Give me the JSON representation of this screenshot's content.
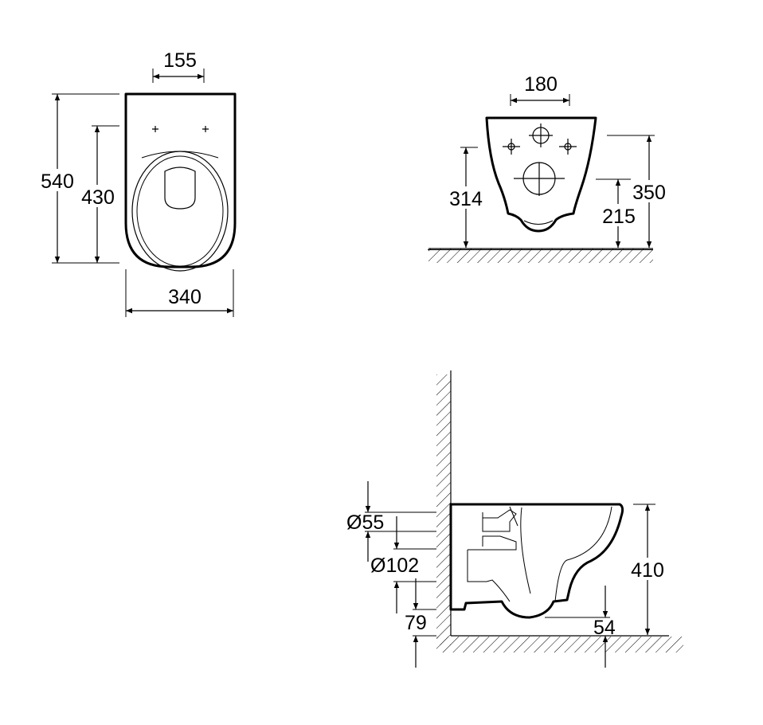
{
  "drawing": {
    "top_view": {
      "dim_mounting_holes": "155",
      "dim_total_length": "540",
      "dim_seat_length": "430",
      "dim_width": "340"
    },
    "rear_view": {
      "dim_mounting_width": "180",
      "dim_fixing_height": "314",
      "dim_inlet_height": "350",
      "dim_outlet_height": "215"
    },
    "side_view": {
      "dim_inlet_diameter": "Ø55",
      "dim_outlet_diameter": "Ø102",
      "dim_outlet_bottom": "79",
      "dim_bowl_clearance": "54",
      "dim_rim_height": "410"
    },
    "colors": {
      "line": "#000000",
      "background": "#ffffff"
    }
  }
}
